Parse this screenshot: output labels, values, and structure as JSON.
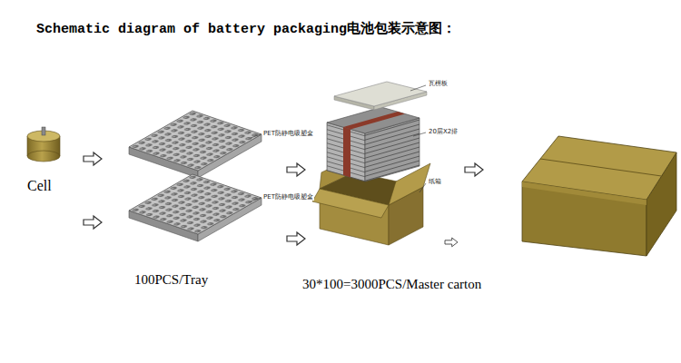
{
  "diagram": {
    "title": "Schematic diagram of battery packaging电池包装示意图：",
    "labels": [
      "Cell",
      "PET防静电吸塑盒",
      "PET防静电吸塑盒",
      "100PCS/Tray",
      "瓦楞板",
      "20层X2排",
      "纸箱",
      "30*100=3000PCS/Master carton"
    ]
  }
}
